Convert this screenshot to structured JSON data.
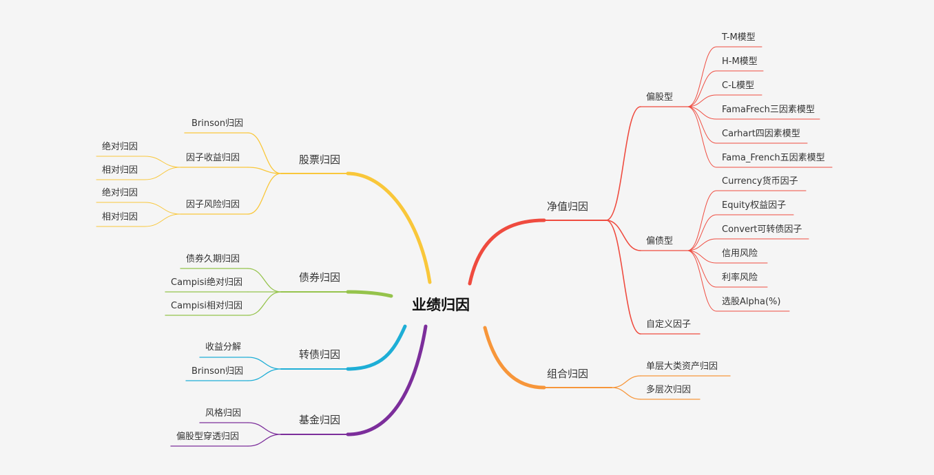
{
  "root": {
    "label": "业绩归因"
  },
  "colors": {
    "net_value": "#ef4b3f",
    "portfolio": "#f7963a",
    "stock": "#f9c73a",
    "bond": "#95c34b",
    "convertible": "#1eaed6",
    "fund": "#7c2e9b"
  },
  "branches": {
    "net_value": {
      "label": "净值归因",
      "equity_biased": {
        "label": "偏股型",
        "items": [
          "T-M模型",
          "H-M模型",
          "C-L模型",
          "FamaFrech三因素模型",
          "Carhart四因素模型",
          "Fama_French五因素模型"
        ]
      },
      "bond_biased": {
        "label": "偏债型",
        "items": [
          "Currency货币因子",
          "Equity权益因子",
          "Convert可转债因子",
          "信用风险",
          "利率风险",
          "选股Alpha(%)"
        ]
      },
      "custom": {
        "label": "自定义因子"
      }
    },
    "portfolio": {
      "label": "组合归因",
      "items": [
        "单层大类资产归因",
        "多层次归因"
      ]
    },
    "stock": {
      "label": "股票归因",
      "brinson": {
        "label": "Brinson归因"
      },
      "factor_return": {
        "label": "因子收益归因",
        "items": [
          "绝对归因",
          "相对归因"
        ]
      },
      "factor_risk": {
        "label": "因子风险归因",
        "items": [
          "绝对归因",
          "相对归因"
        ]
      }
    },
    "bond": {
      "label": "债券归因",
      "items": [
        "债券久期归因",
        "Campisi绝对归因",
        "Campisi相对归因"
      ]
    },
    "convertible": {
      "label": "转债归因",
      "items": [
        "收益分解",
        "Brinson归因"
      ]
    },
    "fund": {
      "label": "基金归因",
      "items": [
        "风格归因",
        "偏股型穿透归因"
      ]
    }
  }
}
